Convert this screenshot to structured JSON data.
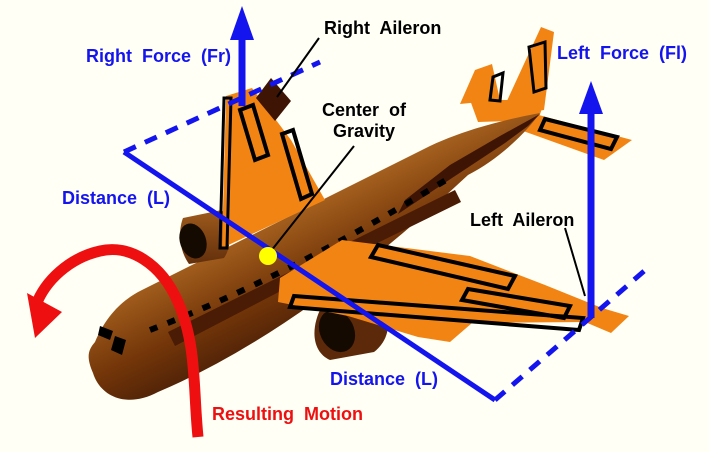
{
  "diagram": {
    "subject": "airplane-aileron-roll-forces",
    "labels": {
      "right_force": "Right Force (Fr)",
      "right_aileron": "Right Aileron",
      "center_of_gravity": "Center of\nGravity",
      "left_force": "Left Force (Fl)",
      "left_aileron": "Left Aileron",
      "distance_upper": "Distance (L)",
      "distance_lower": "Distance (L)",
      "resulting_motion": "Resulting Motion"
    },
    "colors": {
      "annotation_blue": "#1414EE",
      "motion_red": "#EE1010",
      "label_black": "#000000",
      "aircraft_orange": "#F28414",
      "aileron_dark": "#3E1404",
      "fuselage_mid_brown": "#A05C1C",
      "cg_yellow": "#FFFF00",
      "background": "#FFFFF6"
    }
  }
}
